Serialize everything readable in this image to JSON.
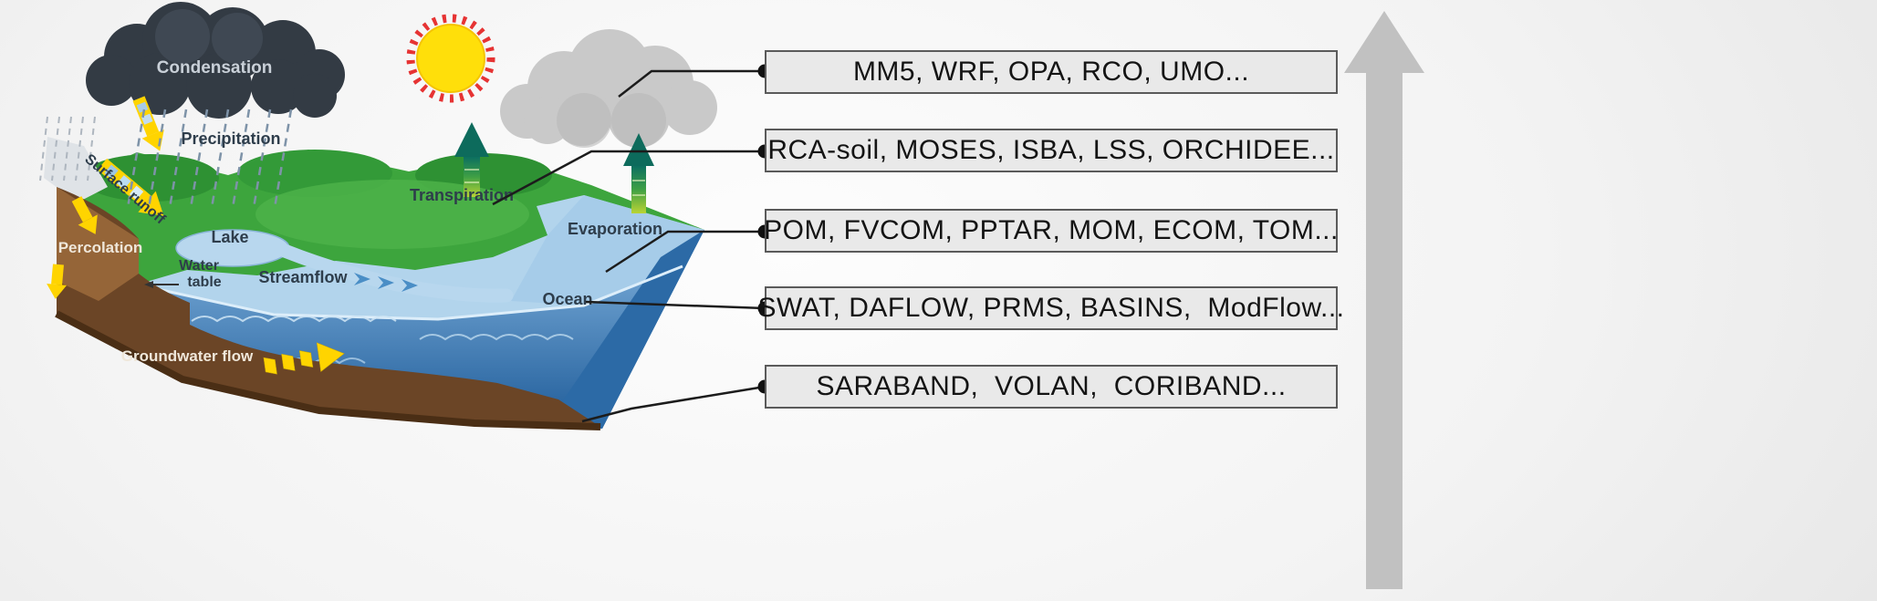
{
  "scene": {
    "labels": {
      "condensation": "Condensation",
      "precipitation": "Precipitation",
      "surface_runoff": "Surface runoff",
      "percolation": "Percolation",
      "lake": "Lake",
      "water_table_line1": "Water",
      "water_table_line2": "table",
      "streamflow": "Streamflow",
      "transpiration": "Transpiration",
      "evaporation": "Evaporation",
      "ocean": "Ocean",
      "groundwater_flow": "Groundwater flow"
    }
  },
  "model_boxes": [
    {
      "label": "MM5, WRF, OPA, RCO, UMO..."
    },
    {
      "label": "RCA-soil, MOSES, ISBA, LSS, ORCHIDEE..."
    },
    {
      "label": "POM, FVCOM, PPTAR, MOM, ECOM, TOM..."
    },
    {
      "label": "SWAT, DAFLOW, PRMS, BASINS,  ModFlow..."
    },
    {
      "label": "SARABAND,  VOLAN,  CORIBAND..."
    }
  ],
  "colors": {
    "box_background": "#e9e9e9",
    "box_border": "#5a5a5a",
    "connector_line": "#1c1c1c",
    "up_arrow": "#c1c1c1",
    "land_green": "#3da53d",
    "water_blue": "#b2d4ec",
    "soil_brown": "#6b4526",
    "runoff_yellow": "#ffd400"
  }
}
